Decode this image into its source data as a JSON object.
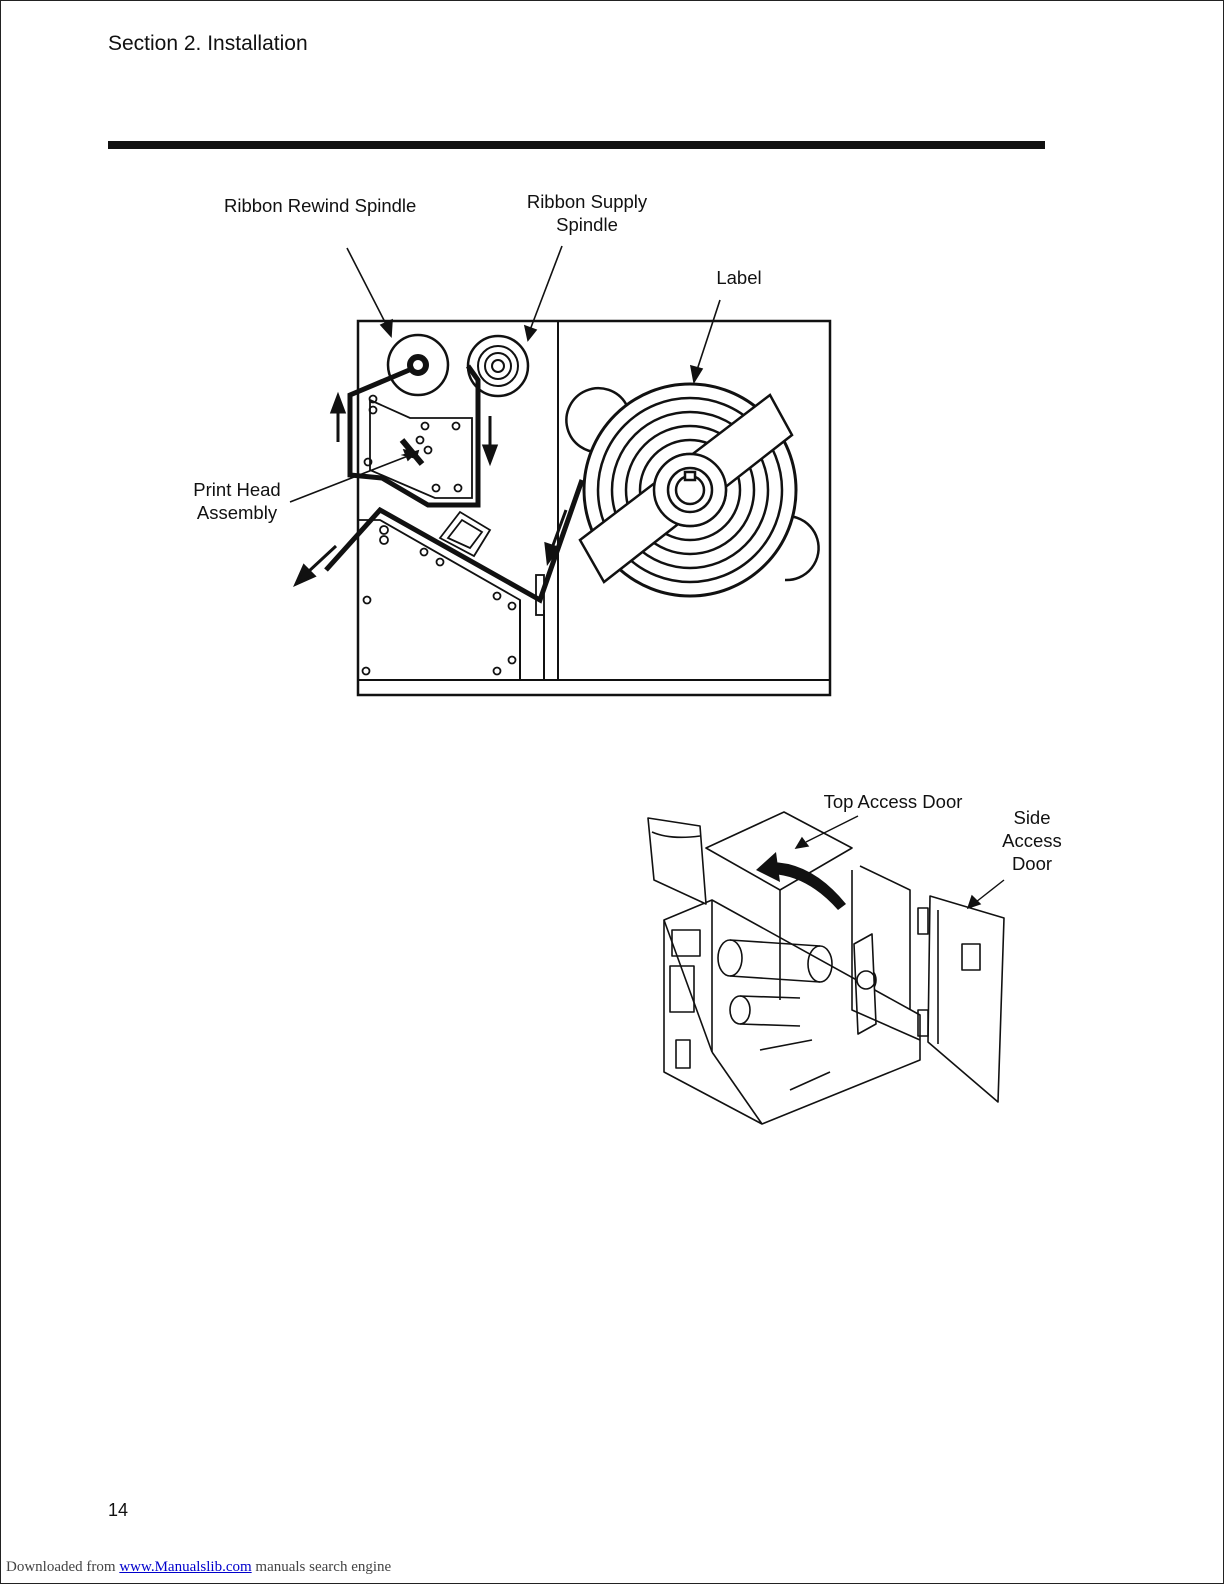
{
  "header": {
    "section_title": "Section 2. Installation"
  },
  "figure_ribbon": {
    "labels": {
      "ribbon_rewind_spindle": "Ribbon Rewind Spindle",
      "ribbon_supply_spindle": "Ribbon Supply Spindle",
      "label": "Label",
      "print_head_assembly": "Print Head Assembly"
    }
  },
  "figure_doors": {
    "labels": {
      "top_access_door": "Top Access Door",
      "side_access_door": "Side Access Door"
    }
  },
  "page_number": "14",
  "footer": {
    "prefix": "Downloaded from",
    "link_text": "www.Manualslib.com",
    "suffix": "manuals search engine"
  }
}
